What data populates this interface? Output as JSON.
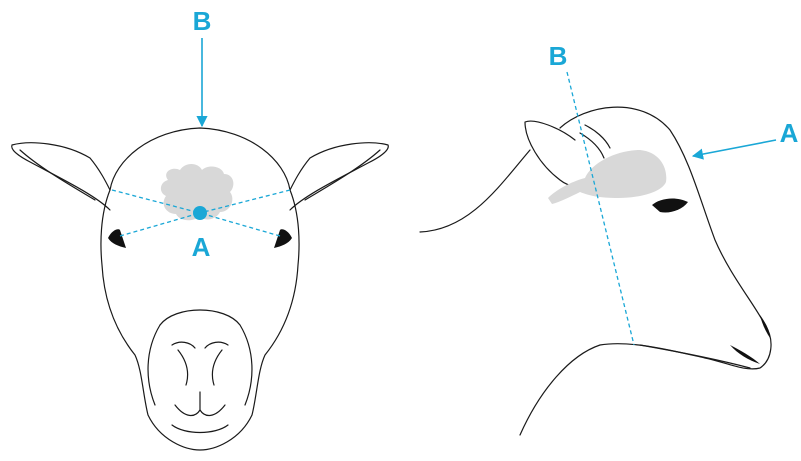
{
  "colors": {
    "accent": "#1aa7d6",
    "outline": "#1a1a1a",
    "brain": "#d8d8d8",
    "eye": "#111111",
    "background": "#ffffff"
  },
  "front_view": {
    "label_a": "A",
    "label_b": "B"
  },
  "side_view": {
    "label_a": "A",
    "label_b": "B"
  }
}
